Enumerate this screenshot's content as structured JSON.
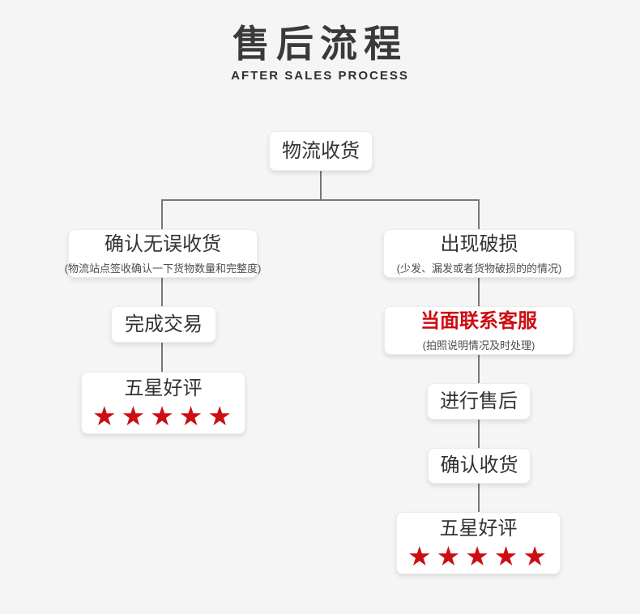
{
  "header": {
    "title": "售后流程",
    "subtitle": "AFTER SALES PROCESS"
  },
  "colors": {
    "bg": "#f5f5f5",
    "box": "#ffffff",
    "line": "#777777",
    "text": "#333333",
    "note": "#4d4d4d",
    "accent_red": "#cc0e13"
  },
  "flow": {
    "root": {
      "title": "物流收货"
    },
    "left_branch": [
      {
        "title": "确认无误收货",
        "note": "(物流站点签收确认一下货物数量和完整度)"
      },
      {
        "title": "完成交易"
      },
      {
        "title": "五星好评",
        "stars": "★★★★★"
      }
    ],
    "right_branch": [
      {
        "title": "出现破损",
        "note": "(少发、漏发或者货物破损的的情况)"
      },
      {
        "title": "当面联系客服",
        "note": "(拍照说明情况及时处理)"
      },
      {
        "title": "进行售后"
      },
      {
        "title": "确认收货"
      },
      {
        "title": "五星好评",
        "stars": "★★★★★"
      }
    ]
  }
}
